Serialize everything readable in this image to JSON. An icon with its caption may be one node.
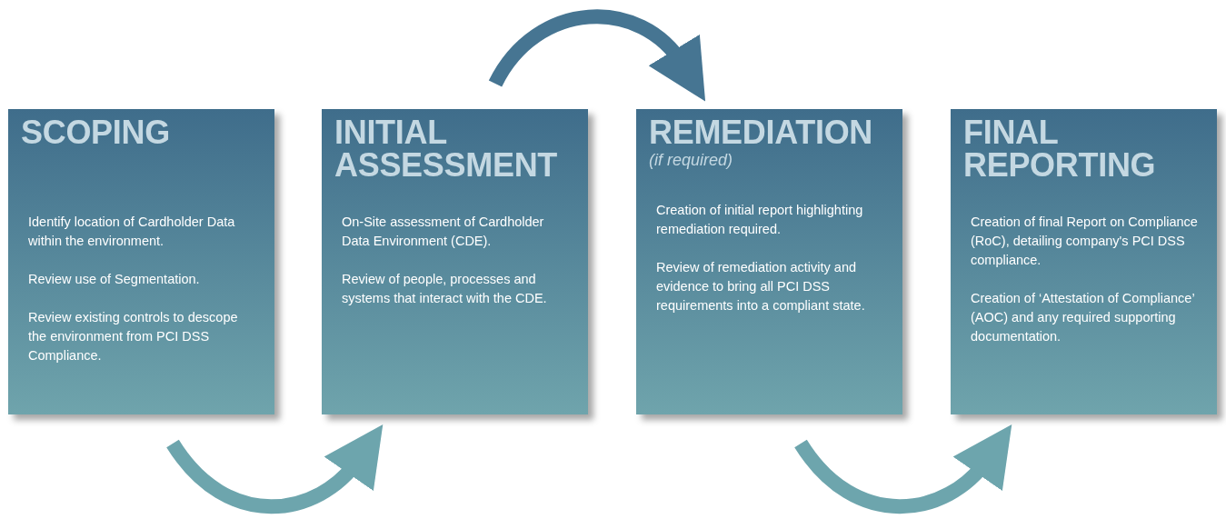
{
  "diagram": {
    "nodes": [
      {
        "text": [
          "SCOPING",
          "Identify location of Cardholder Data within the environment.",
          "Review use of Segmentation.",
          "Review existing controls to descope the environment from PCI DSS Compliance."
        ]
      },
      {
        "text": [
          "INITIAL ASSESSMENT",
          "On-Site assessment of Cardholder Data Environment (CDE).",
          "Review of people, processes and systems that interact with the CDE."
        ]
      },
      {
        "text": [
          "REMEDIATION",
          "(if required)",
          "Creation of initial report highlighting remediation required.",
          "Review of remediation activity and evidence to bring all PCI DSS requirements into a compliant state."
        ]
      },
      {
        "text": [
          "FINAL REPORTING",
          "Creation of final Report on Compliance (RoC), detailing company's PCI DSS compliance.",
          "Creation of ‘Attestation of Compliance’ (AOC) and any required supporting documentation."
        ]
      }
    ],
    "edges": [
      {
        "from": 0,
        "to": 1,
        "arrow": "to",
        "color": "#6da5ad"
      },
      {
        "from": 1,
        "to": 2,
        "arrow": "to",
        "color": "#467592"
      },
      {
        "from": 2,
        "to": 3,
        "arrow": "to",
        "color": "#6da5ad"
      }
    ]
  }
}
